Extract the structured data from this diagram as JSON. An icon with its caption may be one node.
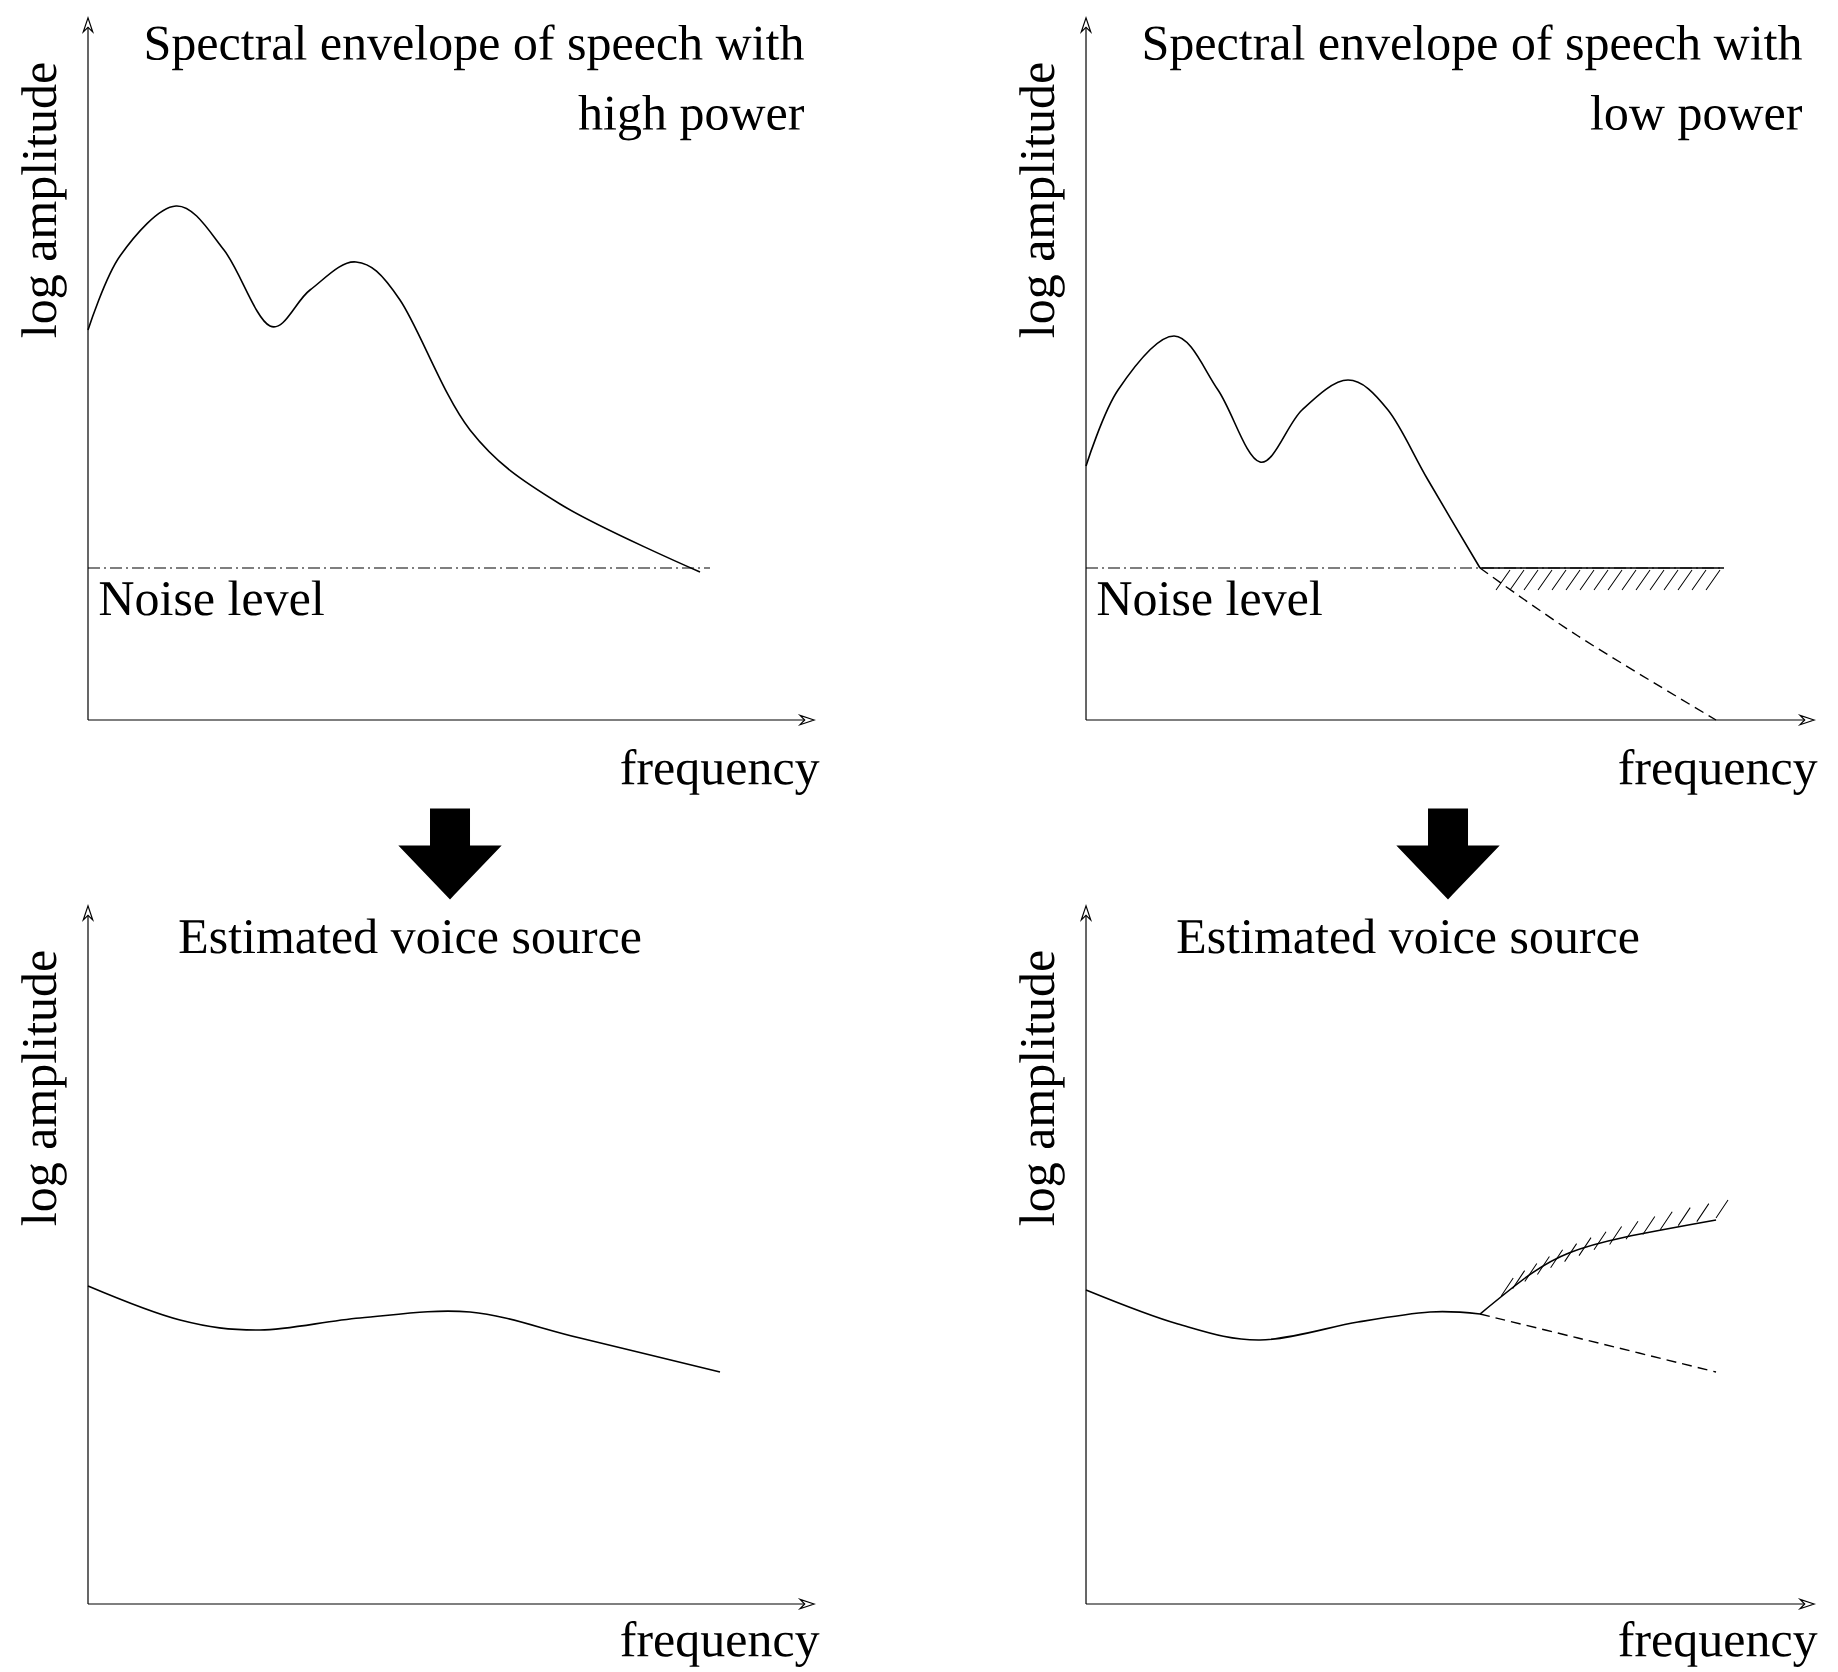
{
  "diagram": {
    "nodes": [
      {
        "text": [
          "Spectral envelope of speech with high power",
          "log amplitude",
          "frequency",
          "Noise level"
        ]
      },
      {
        "text": [
          "Spectral envelope of speech with low power",
          "log amplitude",
          "frequency",
          "Noise level"
        ]
      },
      {
        "text": [
          "Estimated voice source",
          "log amplitude",
          "frequency"
        ]
      },
      {
        "text": [
          "Estimated voice source",
          "log amplitude",
          "frequency"
        ]
      }
    ],
    "edges": [
      {
        "from": 0,
        "to": 2,
        "arrow": "to"
      },
      {
        "from": 1,
        "to": 3,
        "arrow": "to"
      }
    ]
  }
}
